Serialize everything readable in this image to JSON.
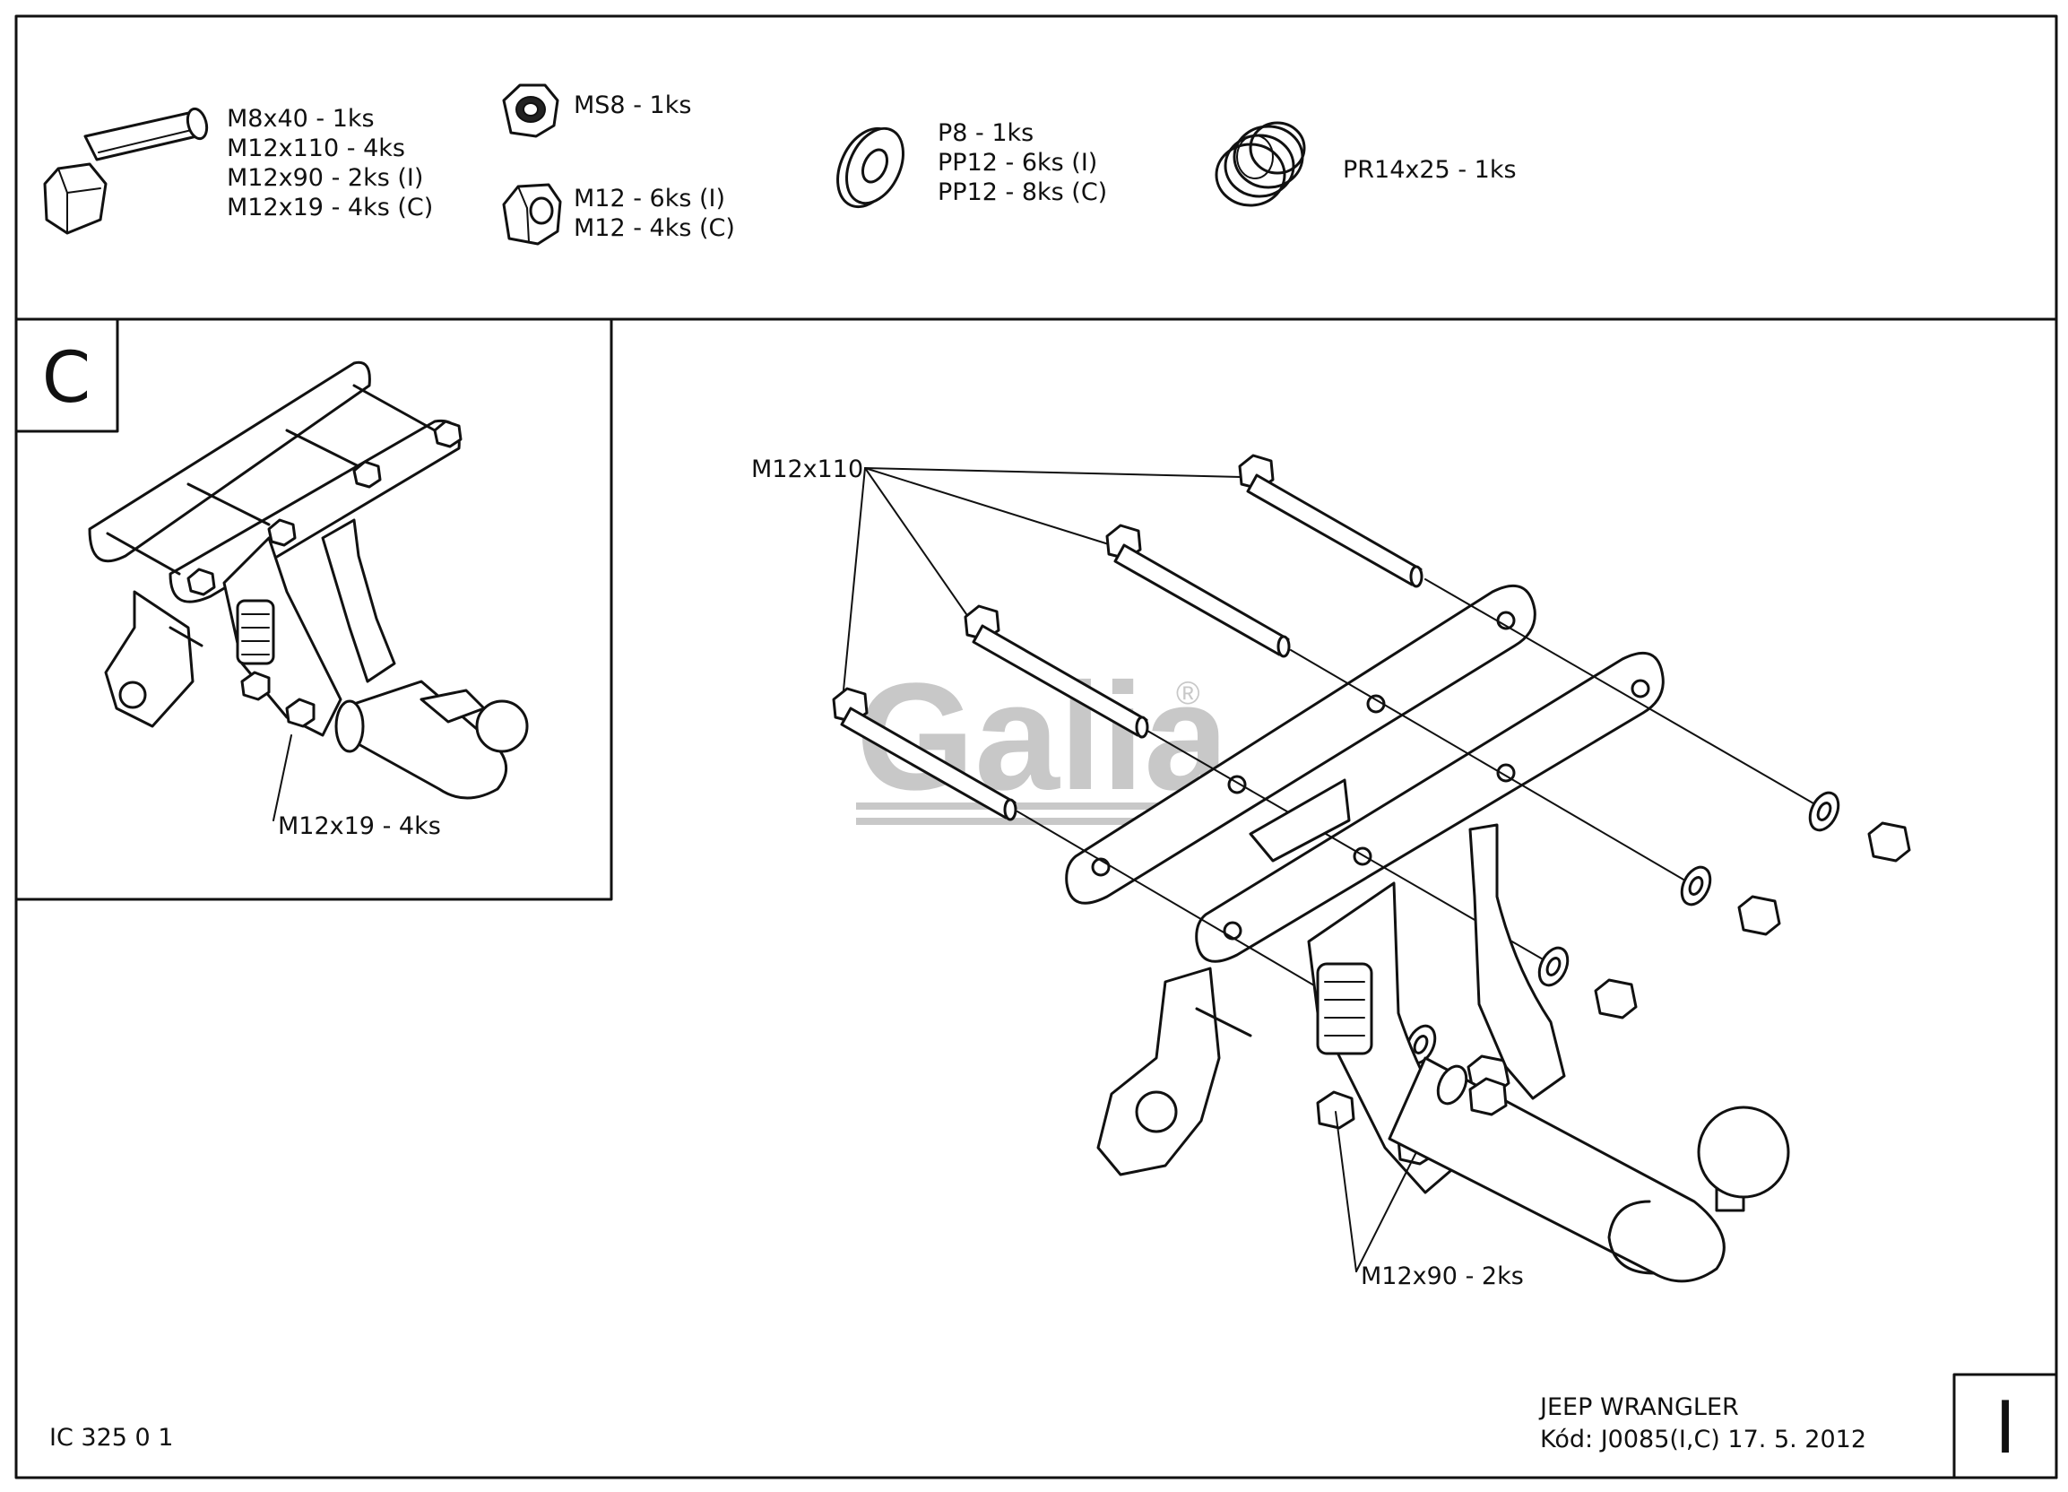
{
  "parts_header": {
    "bolt": [
      "M8x40 - 1ks",
      "M12x110 - 4ks",
      "M12x90 - 2ks (I)",
      "M12x19 - 4ks (C)"
    ],
    "self_lock_nut": [
      "MS8 - 1ks"
    ],
    "nut": [
      "M12 - 6ks (I)",
      "M12 - 4ks (C)"
    ],
    "washer": [
      "P8 - 1ks",
      "PP12 - 6ks (I)",
      "PP12 - 8ks (C)"
    ],
    "spring_washer": [
      "PR14x25 - 1ks"
    ]
  },
  "detail_c": {
    "label": "C",
    "callout": "M12x19 - 4ks"
  },
  "main_view": {
    "callout_top": "M12x110",
    "callout_bottom": "M12x90 - 2ks",
    "watermark": "Galia",
    "watermark_mark": "®"
  },
  "footer": {
    "doc_number": "IC 325 0 1",
    "vehicle": "JEEP WRANGLER",
    "code_line": "Kód: J0085(I,C)  17. 5. 2012",
    "sheet_label": "I"
  }
}
